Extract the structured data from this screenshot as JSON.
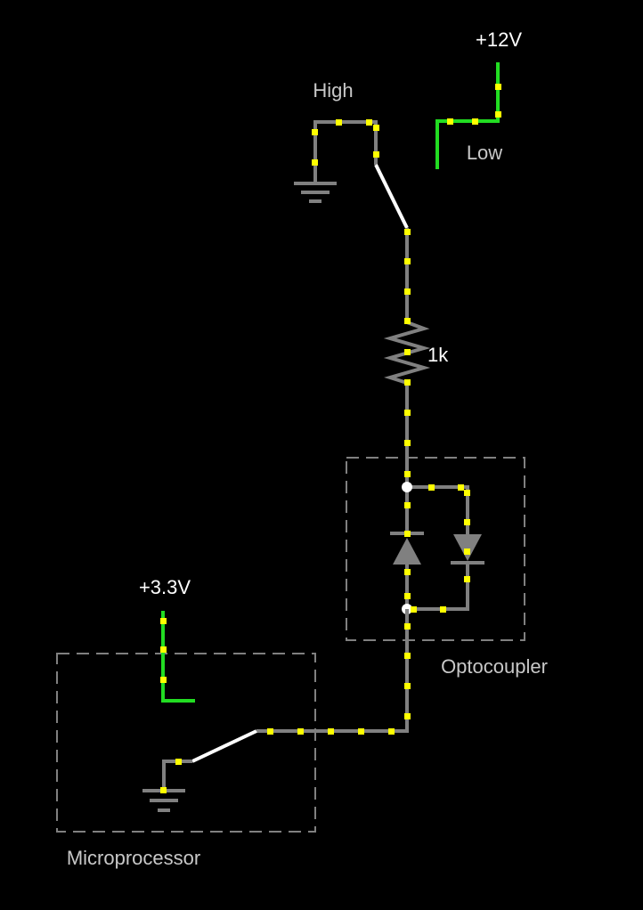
{
  "labels": {
    "v12": "+12V",
    "high": "High",
    "low": "Low",
    "resistor": "1k",
    "v33": "+3.3V",
    "optocoupler": "Optocoupler",
    "microprocessor": "Microprocessor"
  },
  "colors": {
    "background": "#000000",
    "wire": "#808080",
    "live_wire": "#22dd22",
    "current_dot": "#ffff00",
    "switch_blade": "#ffffff",
    "box_dash": "#808080",
    "label_white": "#ffffff",
    "label_gray": "#c8c8c8"
  },
  "components": {
    "supply_12v": "+12V",
    "switch_top": "SPDT switch (High / Low)",
    "resistor": "1k",
    "optocoupler": "Optocoupler (antiparallel LEDs)",
    "supply_3v3": "+3.3V",
    "switch_bottom": "Microprocessor output switch"
  }
}
